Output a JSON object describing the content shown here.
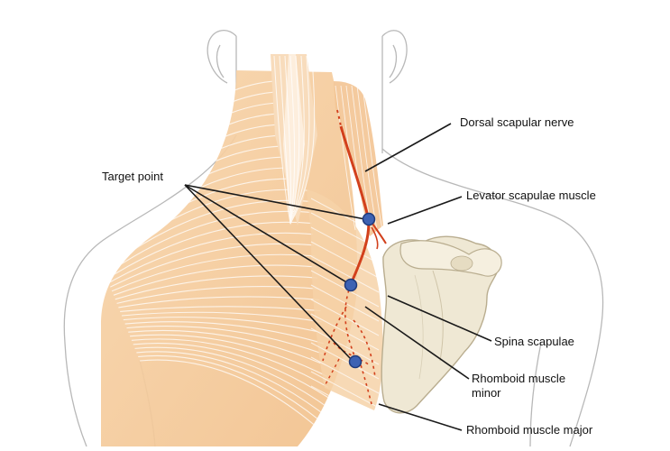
{
  "labels": {
    "target_point": "Target point",
    "dorsal_scapular_nerve": "Dorsal scapular nerve",
    "levator_scapulae_muscle": "Levator scapulae muscle",
    "spina_scapulae": "Spina scapulae",
    "rhomboid_muscle_minor_line1": "Rhomboid muscle",
    "rhomboid_muscle_minor_line2": "minor",
    "rhomboid_muscle_major": "Rhomboid muscle major"
  },
  "colors": {
    "muscle": "#f4c89a",
    "muscle_light": "#fbe6cc",
    "fiber": "#ffffff",
    "nerve": "#d2401c",
    "target_fill": "#3d62b3",
    "target_stroke": "#1f3a7a",
    "scapula": "#efe8d4",
    "scapula_stroke": "#b9ad8f",
    "body_outline": "#b8b8b8",
    "leader": "#1a1a1a"
  },
  "icons": {
    "target_point_marker": "blue-circle-marker"
  }
}
